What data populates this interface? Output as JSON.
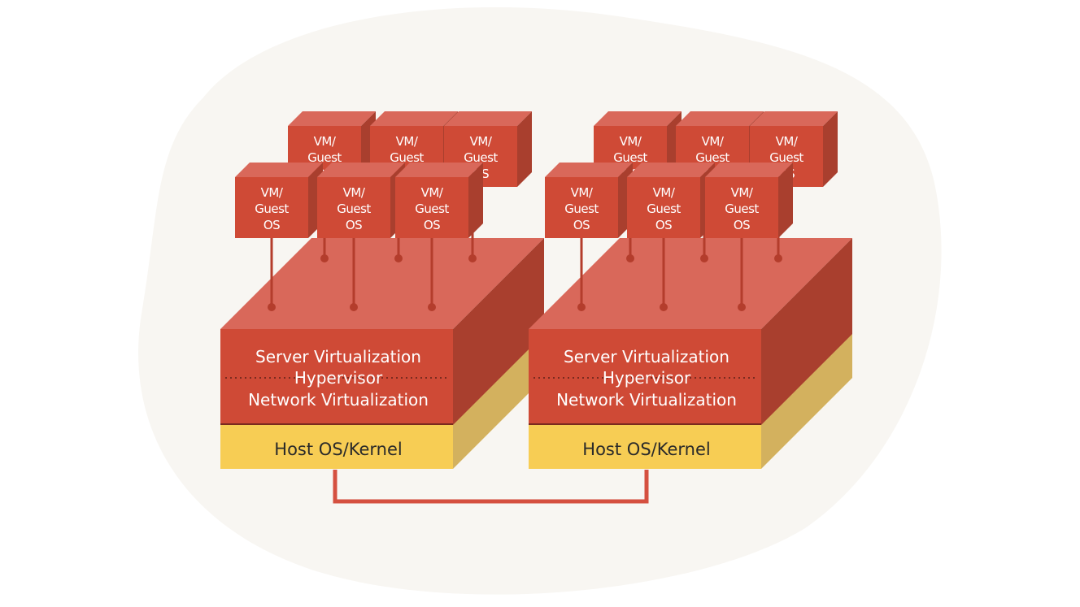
{
  "colors": {
    "background_blob": "#f8f6f2",
    "cube_front": "#cf4a36",
    "cube_top": "#d9685a",
    "cube_side": "#a93f2e",
    "host_front": "#f7cd54",
    "host_side": "#d3b15e",
    "link": "#d55040",
    "dot": "#b43d2c",
    "label_text": "#ffffff",
    "host_text": "#2a2a2a"
  },
  "diagram": {
    "vm_label_lines": [
      "VM/",
      "Guest",
      "OS"
    ],
    "server": {
      "line1": "Server Virtualization",
      "line2": "Hypervisor",
      "line3": "Network Virtualization"
    },
    "host_label": "Host OS/Kernel",
    "host_count": 2,
    "vms_per_host": 6
  }
}
